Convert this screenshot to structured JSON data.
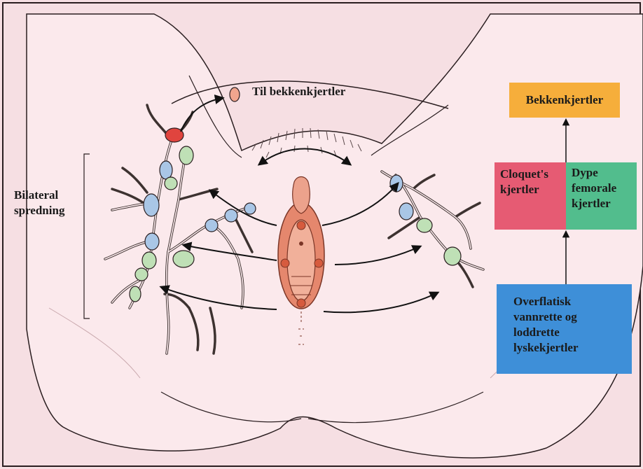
{
  "labels": {
    "til_bekkenkjertler": "Til bekkenkjertler",
    "bilateral": [
      "Bilateral",
      "spredning"
    ]
  },
  "pathway": {
    "top": {
      "text": "Bekkenkjertler",
      "color": "#f6ae3b"
    },
    "left": {
      "lines": [
        "Cloquet's",
        "kjertler"
      ],
      "color": "#e65b73"
    },
    "right": {
      "lines": [
        "Dype",
        "femorale",
        "kjertler"
      ],
      "color": "#52bd8d"
    },
    "bottom": {
      "lines": [
        "Overflatisk",
        "vannrette og",
        "loddrette",
        "lyskekjertler"
      ],
      "color": "#3e8fd8"
    }
  },
  "colors": {
    "background": "#f6dfe3",
    "skin": "#fbe9ec",
    "outline": "#2a1e20",
    "organ": "#e5876d",
    "node_blue": "#a9c6e6",
    "node_green": "#bfe0b6",
    "node_red": "#e0443e",
    "node_orange": "#f0a58e"
  }
}
